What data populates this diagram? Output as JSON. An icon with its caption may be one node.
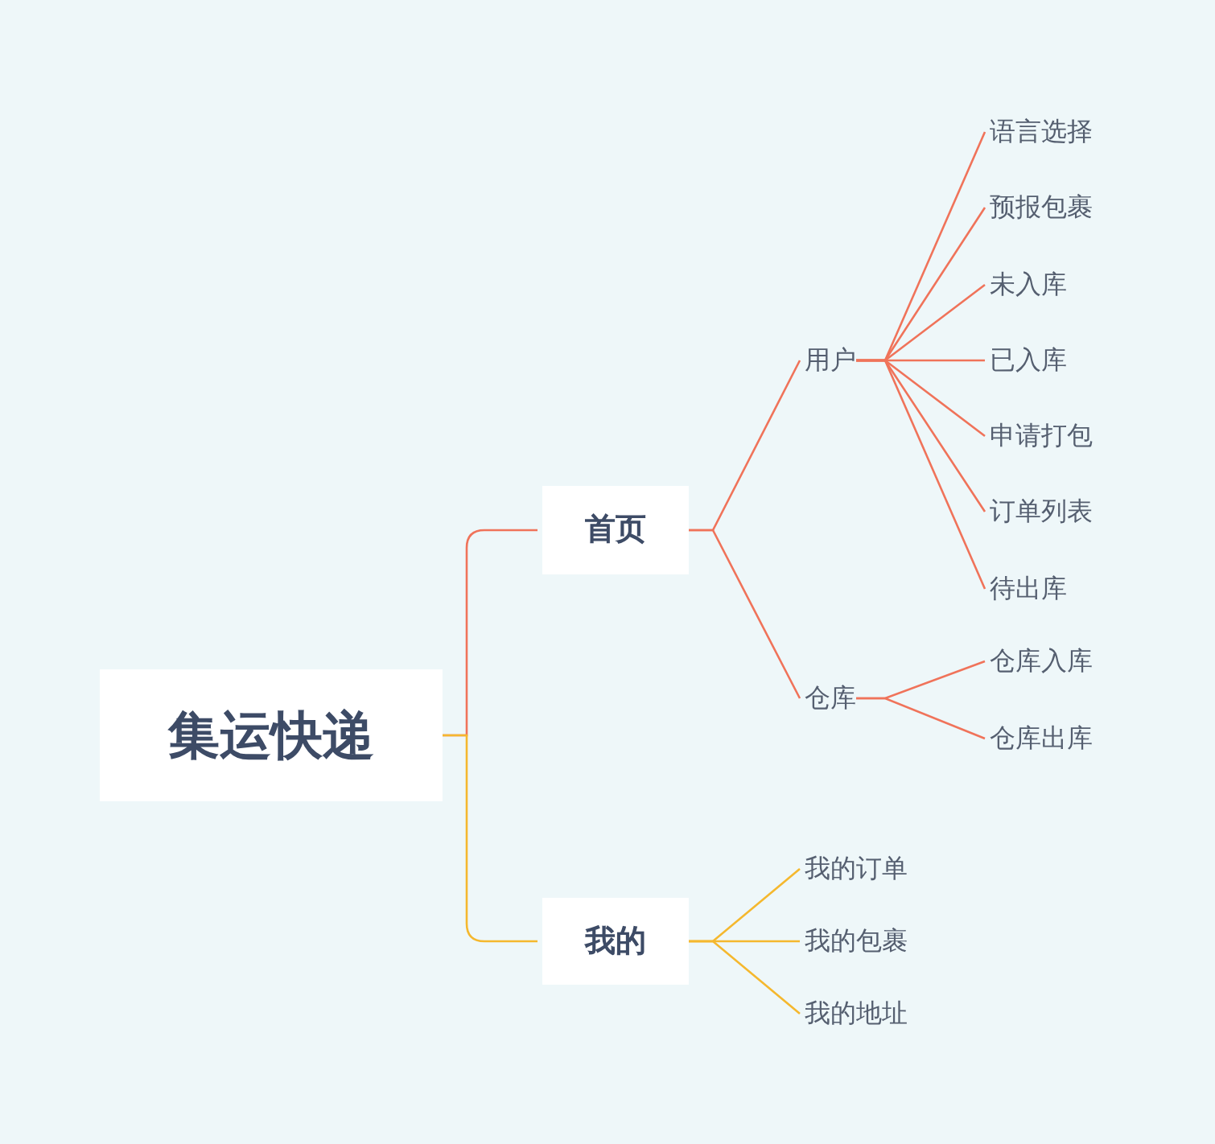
{
  "diagram": {
    "nodes": [
      {
        "text": [
          "集运快递"
        ]
      },
      {
        "text": [
          "首页"
        ]
      },
      {
        "text": [
          "我的"
        ]
      },
      {
        "text": [
          "用户"
        ]
      },
      {
        "text": [
          "仓库"
        ]
      },
      {
        "text": [
          "语言选择"
        ]
      },
      {
        "text": [
          "预报包裹"
        ]
      },
      {
        "text": [
          "未入库"
        ]
      },
      {
        "text": [
          "已入库"
        ]
      },
      {
        "text": [
          "申请打包"
        ]
      },
      {
        "text": [
          "订单列表"
        ]
      },
      {
        "text": [
          "待出库"
        ]
      },
      {
        "text": [
          "仓库入库"
        ]
      },
      {
        "text": [
          "仓库出库"
        ]
      },
      {
        "text": [
          "我的订单"
        ]
      },
      {
        "text": [
          "我的包裹"
        ]
      },
      {
        "text": [
          "我的地址"
        ]
      }
    ],
    "edges": [
      {
        "from": 0,
        "to": 1,
        "arrow": "none",
        "color": "#f0735a"
      },
      {
        "from": 0,
        "to": 2,
        "arrow": "none",
        "color": "#f5b82e"
      },
      {
        "from": 1,
        "to": 3,
        "arrow": "none",
        "color": "#f0735a"
      },
      {
        "from": 1,
        "to": 4,
        "arrow": "none",
        "color": "#f0735a"
      },
      {
        "from": 3,
        "to": 5,
        "arrow": "none",
        "color": "#f0735a"
      },
      {
        "from": 3,
        "to": 6,
        "arrow": "none",
        "color": "#f0735a"
      },
      {
        "from": 3,
        "to": 7,
        "arrow": "none",
        "color": "#f0735a"
      },
      {
        "from": 3,
        "to": 8,
        "arrow": "none",
        "color": "#f0735a"
      },
      {
        "from": 3,
        "to": 9,
        "arrow": "none",
        "color": "#f0735a"
      },
      {
        "from": 3,
        "to": 10,
        "arrow": "none",
        "color": "#f0735a"
      },
      {
        "from": 3,
        "to": 11,
        "arrow": "none",
        "color": "#f0735a"
      },
      {
        "from": 4,
        "to": 12,
        "arrow": "none",
        "color": "#f0735a"
      },
      {
        "from": 4,
        "to": 13,
        "arrow": "none",
        "color": "#f0735a"
      },
      {
        "from": 2,
        "to": 14,
        "arrow": "none",
        "color": "#f5b82e"
      },
      {
        "from": 2,
        "to": 15,
        "arrow": "none",
        "color": "#f5b82e"
      },
      {
        "from": 2,
        "to": 16,
        "arrow": "none",
        "color": "#f5b82e"
      }
    ]
  }
}
